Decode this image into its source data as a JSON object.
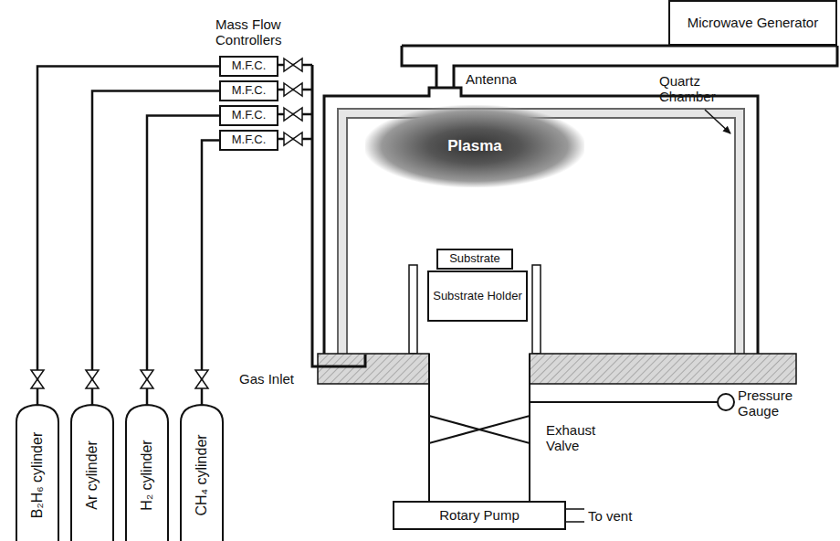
{
  "diagram": {
    "nodes": [
      {
        "text": [
          "Microwave Generator"
        ]
      },
      {
        "text": [
          "M.F.C."
        ]
      },
      {
        "text": [
          "M.F.C."
        ]
      },
      {
        "text": [
          "M.F.C."
        ]
      },
      {
        "text": [
          "M.F.C."
        ]
      },
      {
        "text": [
          "Plasma"
        ]
      },
      {
        "text": [
          "Substrate"
        ]
      },
      {
        "text": [
          "Substrate Holder"
        ]
      },
      {
        "text": [
          "B₂H₆ cylinder"
        ]
      },
      {
        "text": [
          "Ar cylinder"
        ]
      },
      {
        "text": [
          "H₂ cylinder"
        ]
      },
      {
        "text": [
          "CH₄ cylinder"
        ]
      },
      {
        "text": [
          "Rotary Pump"
        ]
      }
    ],
    "edges": [
      {
        "from": 8,
        "to": 1,
        "arrow": "none"
      },
      {
        "from": 9,
        "to": 2,
        "arrow": "none"
      },
      {
        "from": 10,
        "to": 3,
        "arrow": "none"
      },
      {
        "from": 11,
        "to": 4,
        "arrow": "none"
      }
    ],
    "labels": [
      "Mass Flow Controllers",
      "Antenna",
      "Quartz Chamber",
      "Gas Inlet",
      "Pressure Gauge",
      "Exhaust Valve",
      "To vent"
    ]
  }
}
